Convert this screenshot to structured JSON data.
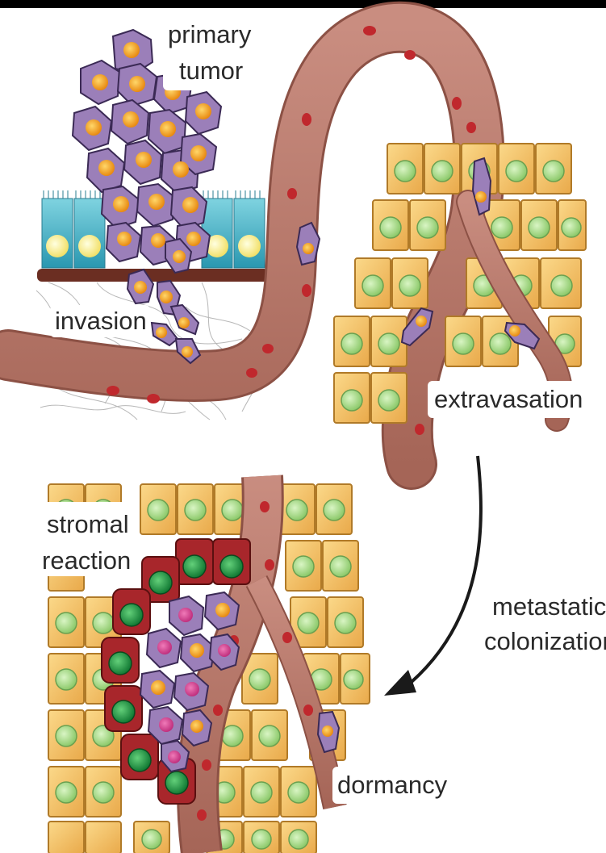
{
  "labels": {
    "primary_tumor_line1": "primary",
    "primary_tumor_line2": "tumor",
    "invasion": "invasion",
    "extravasation": "extravasation",
    "stromal_reaction_line1": "stromal",
    "stromal_reaction_line2": "reaction",
    "metastatic_colonization_line1": "metastatic",
    "metastatic_colonization_line2": "colonization",
    "dormancy": "dormancy"
  },
  "colors": {
    "vessel": "#b8776a",
    "vessel_dark": "#8c5145",
    "red_blood_cell": "#c0282d",
    "tumor_cell": "#9b7fb9",
    "tumor_nucleus": "#f2a21a",
    "tissue_cell": "#f4c46a",
    "tissue_nucleus": "#a8d98a",
    "epithelium": "#4fb4c8",
    "stromal_cell": "#a8262b",
    "stromal_nucleus": "#1f9a46",
    "membrane": "#6b2e22"
  }
}
